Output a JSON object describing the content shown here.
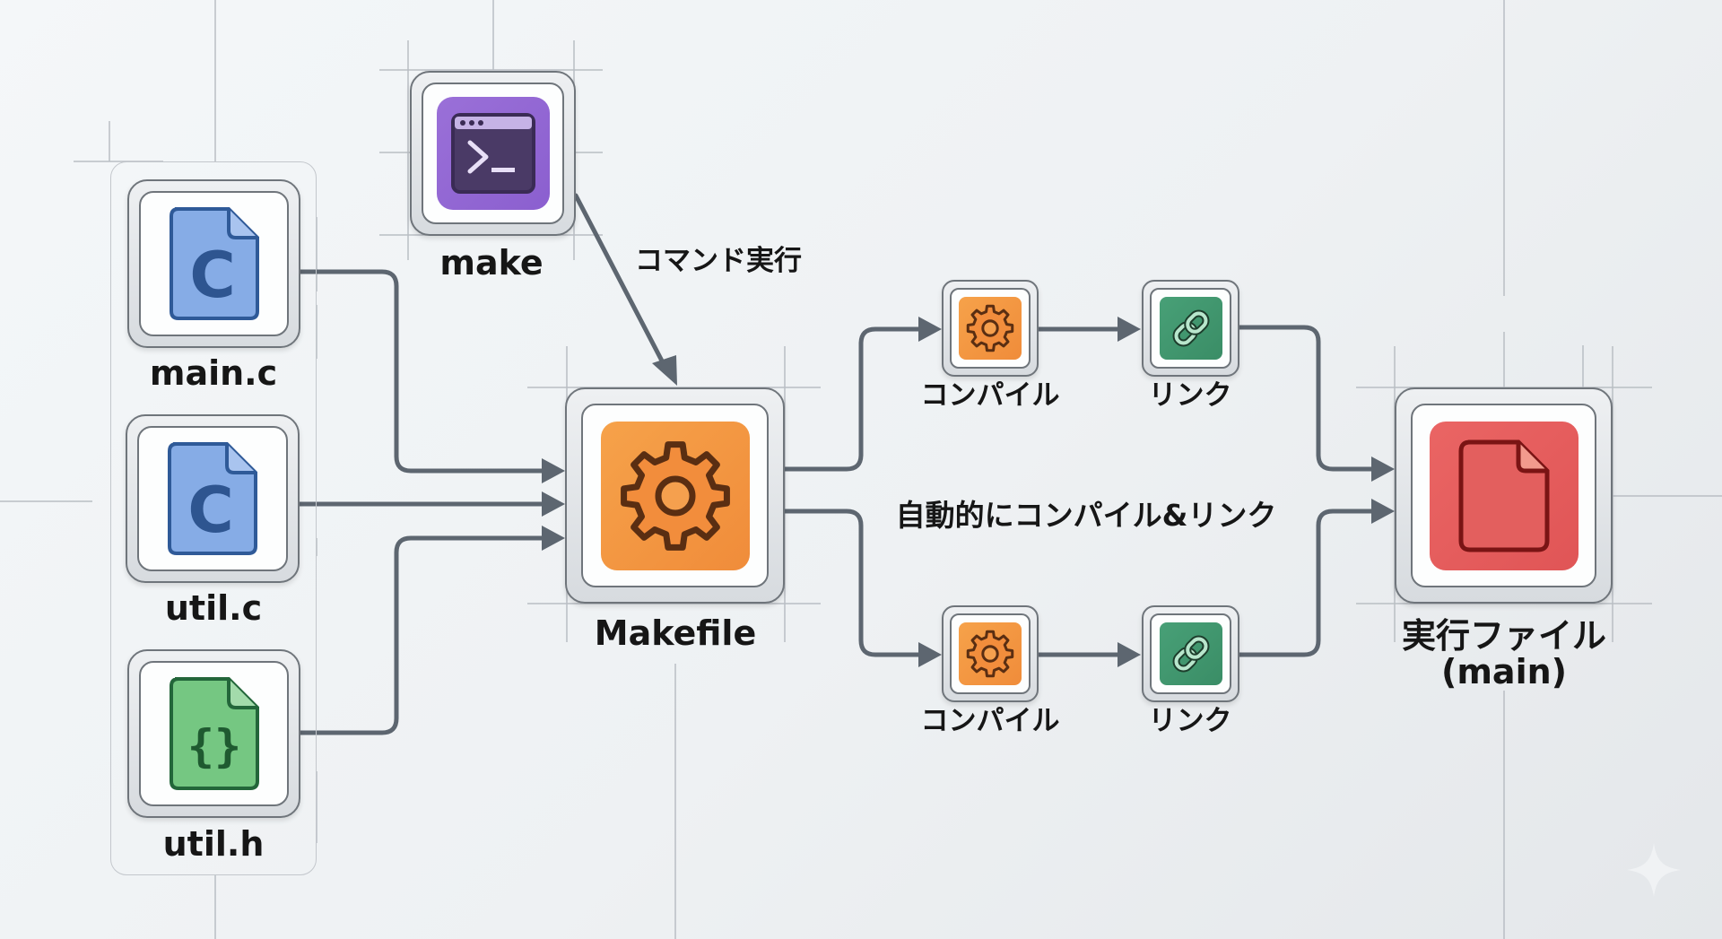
{
  "diagram": {
    "title": "make による自動ビルドの流れ",
    "nodes": {
      "main_c": {
        "label": "main.c",
        "icon": "c-source-file-icon",
        "color": "#7fa7e3"
      },
      "util_c": {
        "label": "util.c",
        "icon": "c-source-file-icon",
        "color": "#7fa7e3"
      },
      "util_h": {
        "label": "util.h",
        "icon": "header-file-braces-icon",
        "color": "#6cc27a"
      },
      "make": {
        "label": "make",
        "icon": "terminal-icon",
        "color": "#9b72d9"
      },
      "makefile": {
        "label": "Makefile",
        "icon": "gear-icon",
        "color": "#f3993f"
      },
      "compile_top": {
        "label": "コンパイル",
        "icon": "gear-icon",
        "color": "#f3993f"
      },
      "link_top": {
        "label": "リンク",
        "icon": "chain-link-icon",
        "color": "#3e946c"
      },
      "compile_bottom": {
        "label": "コンパイル",
        "icon": "gear-icon",
        "color": "#f3993f"
      },
      "link_bottom": {
        "label": "リンク",
        "icon": "chain-link-icon",
        "color": "#3e946c"
      },
      "executable": {
        "label_line1": "実行ファイル",
        "label_line2": "(main)",
        "icon": "file-icon",
        "color": "#e55d5c"
      }
    },
    "edges": [
      {
        "from": "main_c",
        "to": "makefile"
      },
      {
        "from": "util_c",
        "to": "makefile"
      },
      {
        "from": "util_h",
        "to": "makefile"
      },
      {
        "from": "make",
        "to": "makefile",
        "label": "コマンド実行"
      },
      {
        "from": "makefile",
        "to": "compile_top"
      },
      {
        "from": "compile_top",
        "to": "link_top"
      },
      {
        "from": "link_top",
        "to": "executable"
      },
      {
        "from": "makefile",
        "to": "compile_bottom"
      },
      {
        "from": "compile_bottom",
        "to": "link_bottom"
      },
      {
        "from": "link_bottom",
        "to": "executable"
      }
    ],
    "annotations": {
      "command_label": "コマンド実行",
      "auto_label": "自動的にコンパイル&リンク"
    },
    "colors": {
      "wire": "#5d6670",
      "guide": "#b9bec4",
      "c_file": "#7fa7e3",
      "header_file": "#6cc27a",
      "terminal": "#9b72d9",
      "gear": "#f3993f",
      "link": "#3e946c",
      "executable": "#e55d5c"
    },
    "watermark_icon": "sparkle-icon"
  }
}
